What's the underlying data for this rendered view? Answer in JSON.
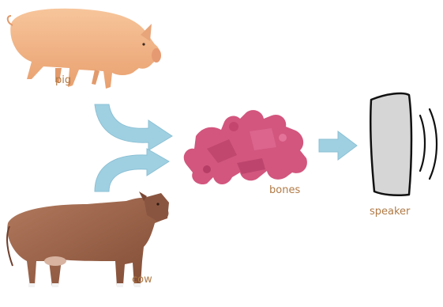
{
  "labels": {
    "pig": "pig",
    "bones": "bones",
    "speaker": "speaker",
    "cow": "cow"
  },
  "colors": {
    "label_text": "#b07a45",
    "arrow_fill": "#9fd0e2",
    "pig_body": "#f3b686",
    "cow_body": "#9a6148",
    "bones": "#d2567e",
    "speaker_fill": "#d6d6d6",
    "speaker_outline": "#111111"
  },
  "icons": {
    "pig": "pig-icon",
    "cow": "cow-icon",
    "bones": "bones-icon",
    "speaker": "speaker-icon",
    "sound_waves": "sound-waves-icon"
  }
}
